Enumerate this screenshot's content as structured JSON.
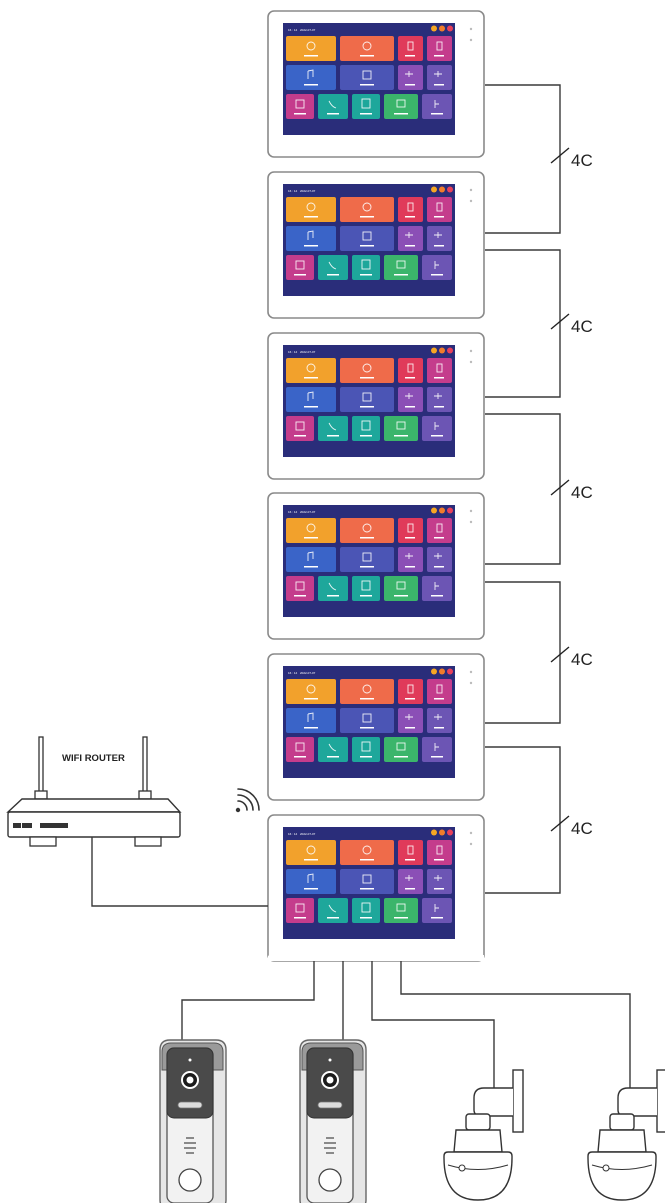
{
  "router": {
    "label": "WIFI ROUTER"
  },
  "cable_label": "4C",
  "monitors": [
    {
      "id": "monitor-1"
    },
    {
      "id": "monitor-2"
    },
    {
      "id": "monitor-3"
    },
    {
      "id": "monitor-4"
    },
    {
      "id": "monitor-5"
    },
    {
      "id": "monitor-6"
    }
  ],
  "monitor_screen": {
    "status_time": "16 : 14",
    "status_date": "2022-07-07",
    "tile_colors": {
      "orange": "#f2a12c",
      "coral": "#ef6b4a",
      "red": "#e03a5a",
      "magenta": "#c43c8c",
      "blue": "#3a64c8",
      "indigo": "#4b55b5",
      "purple": "#8b4fb6",
      "violet": "#6c55b4",
      "teal": "#1ea79b",
      "green": "#3bb56b"
    },
    "screen_bg": "#2a2d7a",
    "status_dots": [
      "#f5a623",
      "#f07c2b",
      "#e8405a"
    ]
  },
  "devices": {
    "door_stations": [
      "door-station-1",
      "door-station-2"
    ],
    "cameras": [
      "ptz-camera-1",
      "ptz-camera-2"
    ]
  }
}
